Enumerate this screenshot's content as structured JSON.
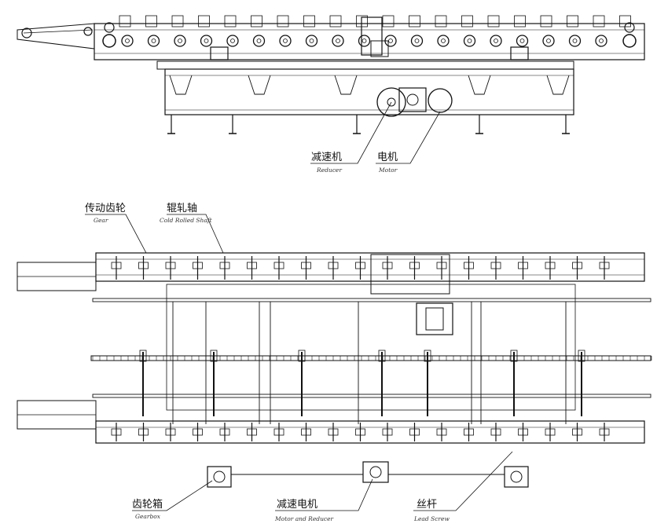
{
  "colors": {
    "ink": "#111111",
    "paper": "#ffffff"
  },
  "top_view": {
    "labels": [
      {
        "cn": "减速机",
        "en": "Reducer"
      },
      {
        "cn": "电机",
        "en": "Motor"
      }
    ]
  },
  "plan_view": {
    "labels": [
      {
        "cn": "传动齿轮",
        "en": "Gear"
      },
      {
        "cn": "辊轧轴",
        "en": "Cold Rolled Shaft"
      },
      {
        "cn": "齿轮箱",
        "en": "Gearbox"
      },
      {
        "cn": "减速电机",
        "en": "Motor and Reducer"
      },
      {
        "cn": "丝杆",
        "en": "Lead Screw"
      }
    ]
  }
}
